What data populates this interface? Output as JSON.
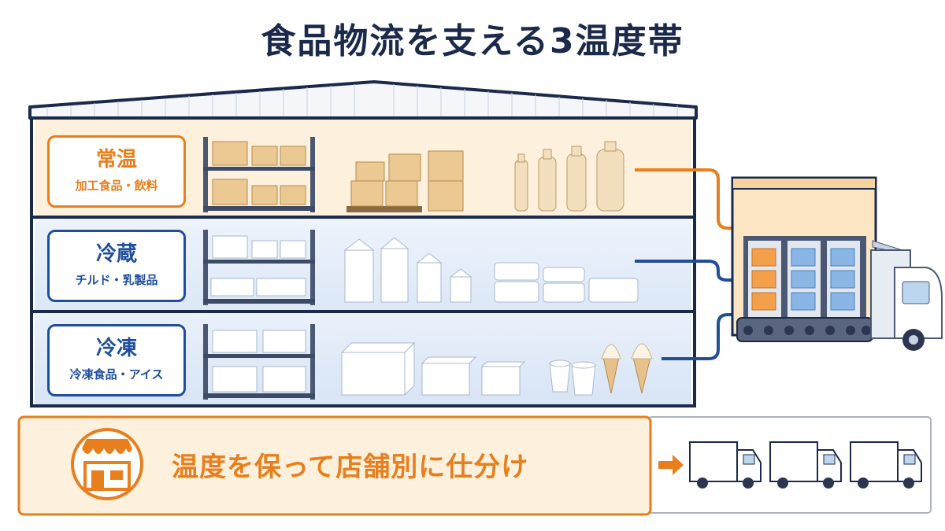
{
  "title": "食品物流を支える3温度帯",
  "zones": [
    {
      "key": "ambient",
      "name": "常温",
      "items": "加工食品・飲料",
      "color": "#e87e1c",
      "line_color": "#e87e1c"
    },
    {
      "key": "chilled",
      "name": "冷蔵",
      "items": "チルド・乳製品",
      "color": "#1f4e9c",
      "line_color": "#1f4e9c"
    },
    {
      "key": "frozen",
      "name": "冷凍",
      "items": "冷凍食品・アイス",
      "color": "#1f4e9c",
      "line_color": "#1f4e9c"
    }
  ],
  "sorting": {
    "text": "温度を保って店舗別に仕分け",
    "icon": "store-icon",
    "arrow_icon": "arrow-right-icon",
    "truck_icon": "delivery-truck-icon",
    "truck_count": 3
  },
  "colors": {
    "navy": "#1b2a4a",
    "orange": "#e87e1c",
    "blue": "#1f4e9c",
    "ambient_bg": "#fdf1e0",
    "chilled_bg": "#e6eef9",
    "frozen_bg": "#e3ecf8",
    "sort_bg": "#fdf1e0"
  }
}
